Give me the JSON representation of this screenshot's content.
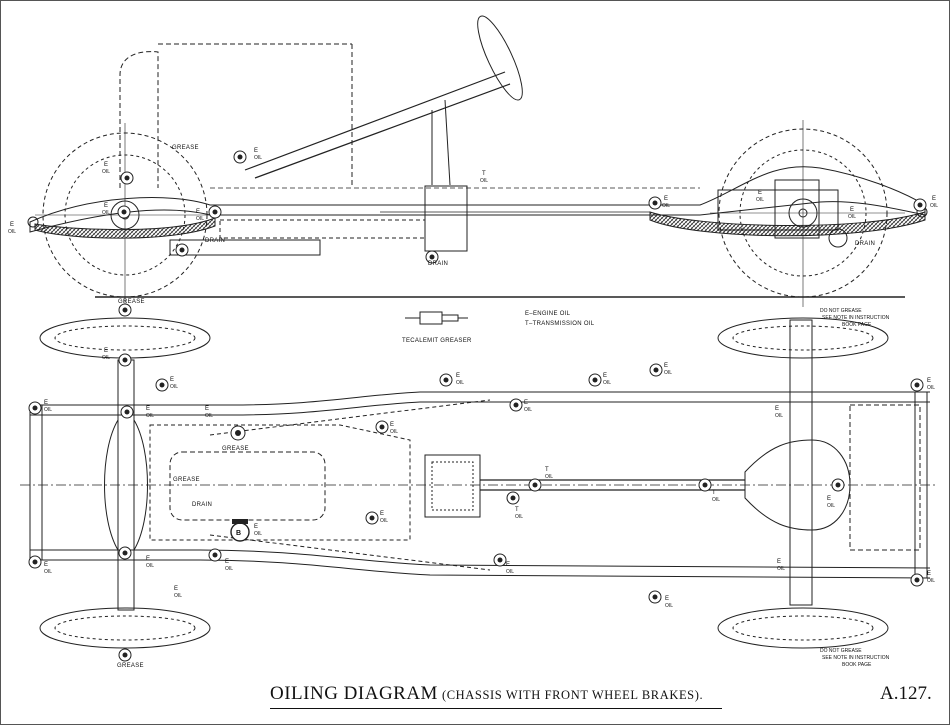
{
  "caption": {
    "title": "OILING DIAGRAM",
    "subtitle": "(CHASSIS WITH FRONT WHEEL BRAKES).",
    "plate": "A.127."
  },
  "legend": {
    "engine_oil": "E–ENGINE OIL",
    "transmission_oil": "T–TRANSMISSION OIL",
    "grease_gun": "TECALEMIT GREASER"
  },
  "notes": {
    "top_right": [
      "DO NOT GREASE",
      "SEE NOTE IN INSTRUCTION",
      "BOOK PAGE"
    ],
    "bottom_right": [
      "DO NOT GREASE",
      "SEE NOTE IN INSTRUCTION",
      "BOOK PAGE"
    ]
  },
  "labels": {
    "grease": "GREASE",
    "drain": "DRAIN",
    "oil": "OIL",
    "e": "E",
    "t": "T",
    "b": "B"
  },
  "side_view": {
    "oil_points": [
      {
        "code": "E"
      },
      {
        "code": "E"
      },
      {
        "code": "E"
      },
      {
        "code": "E"
      },
      {
        "code": "T"
      },
      {
        "code": "E"
      },
      {
        "code": "E"
      },
      {
        "code": "E"
      },
      {
        "code": "E"
      }
    ]
  },
  "plan_view": {
    "oil_points": [
      {
        "code": "E"
      },
      {
        "code": "E"
      },
      {
        "code": "E"
      },
      {
        "code": "E"
      },
      {
        "code": "E"
      },
      {
        "code": "E"
      },
      {
        "code": "E"
      },
      {
        "code": "E"
      },
      {
        "code": "E"
      },
      {
        "code": "E"
      },
      {
        "code": "E"
      },
      {
        "code": "T"
      },
      {
        "code": "T"
      },
      {
        "code": "E"
      },
      {
        "code": "E"
      },
      {
        "code": "E"
      },
      {
        "code": "E"
      },
      {
        "code": "E"
      },
      {
        "code": "E"
      },
      {
        "code": "E"
      },
      {
        "code": "E"
      },
      {
        "code": "E"
      }
    ]
  }
}
